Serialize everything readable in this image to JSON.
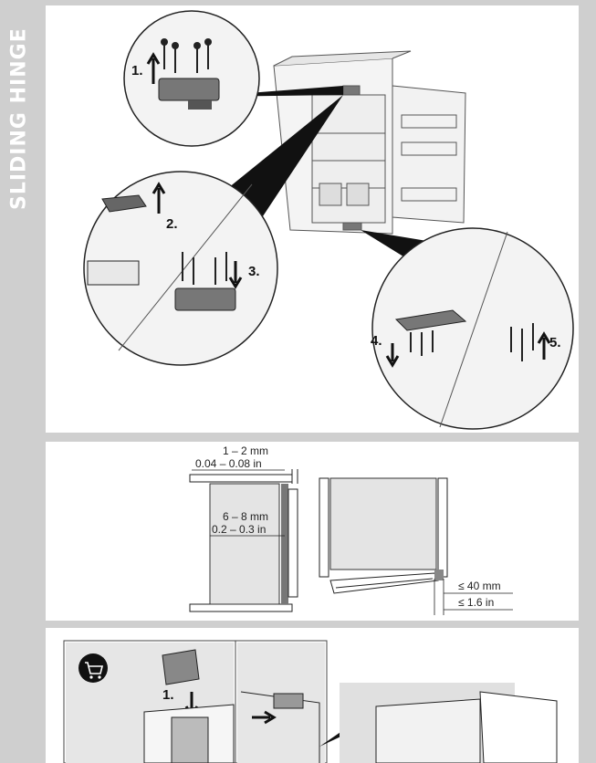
{
  "side_title": "SLIDING HINGE",
  "steps": {
    "s1": "1.",
    "s2": "2.",
    "s3": "3.",
    "s4": "4.",
    "s5": "5."
  },
  "dimensions": {
    "gap_mm": "1 – 2 mm",
    "gap_in": "0.04 – 0.08 in",
    "depth_mm": "6 – 8 mm",
    "depth_in": "0.2 – 0.3 in",
    "clear_mm": "≤ 40 mm",
    "clear_in": "≤ 1.6 in"
  },
  "bottom": {
    "step1": "1.",
    "cart_icon": "shopping-cart-icon"
  },
  "colors": {
    "panel_bg": "#ffffff",
    "page_bg": "#cfcfcf",
    "ink": "#222222"
  }
}
